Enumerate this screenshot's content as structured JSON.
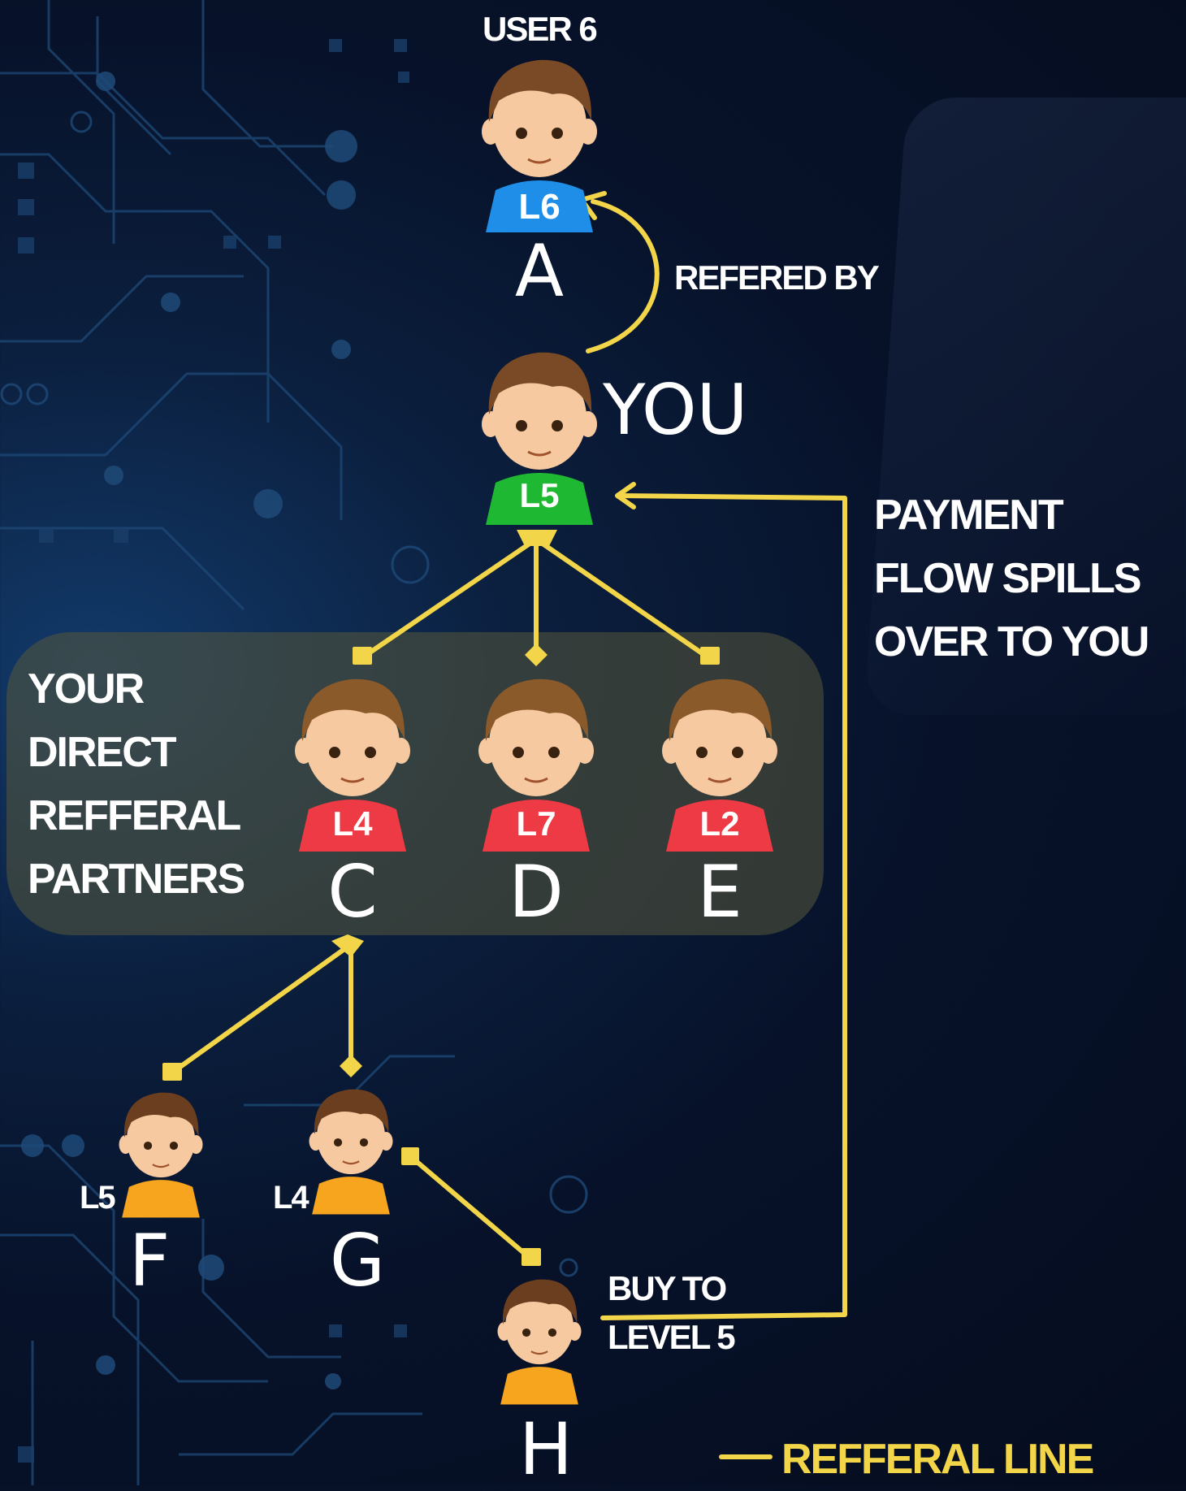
{
  "colors": {
    "line": "#f2d548",
    "shirt_blue": "#1f8ee8",
    "shirt_green": "#1fb833",
    "shirt_red": "#ee3a44",
    "shirt_orange": "#f7a51f",
    "hair": "#7a4a26",
    "skin": "#f6c9a0"
  },
  "top": {
    "user_label": "USER 6",
    "badge": "L6",
    "letter": "A"
  },
  "referred_by": "REFERED BY",
  "you": {
    "label": "YOU",
    "badge": "L5"
  },
  "payment_note": {
    "line1": "PAYMENT",
    "line2": "FLOW SPILLS",
    "line3": "OVER TO YOU"
  },
  "direct_box": {
    "title_lines": [
      "YOUR",
      "DIRECT",
      "REFFERAL",
      "PARTNERS"
    ],
    "partners": [
      {
        "badge": "L4",
        "letter": "C"
      },
      {
        "badge": "L7",
        "letter": "D"
      },
      {
        "badge": "L2",
        "letter": "E"
      }
    ]
  },
  "second_level": [
    {
      "badge": "L5",
      "letter": "F"
    },
    {
      "badge": "L4",
      "letter": "G"
    }
  ],
  "third_level": {
    "letter": "H",
    "note_line1": "BUY TO",
    "note_line2": "LEVEL 5"
  },
  "legend": {
    "label": "REFFERAL LINE"
  }
}
